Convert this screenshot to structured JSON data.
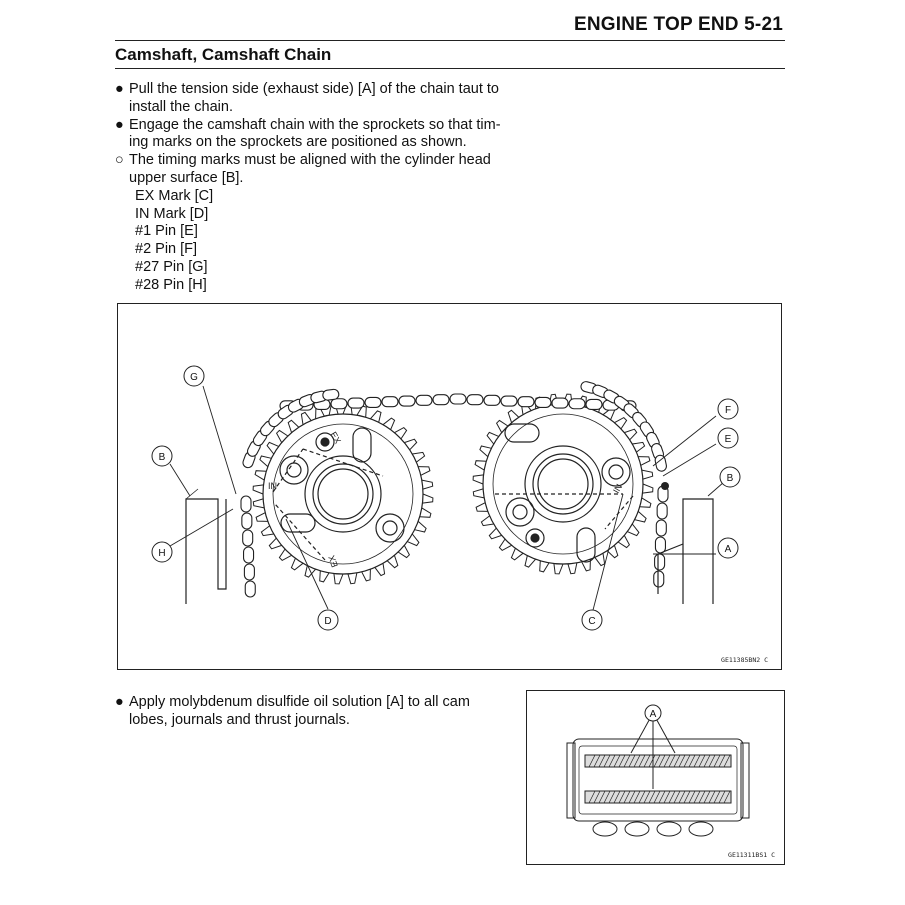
{
  "header": {
    "title": "ENGINE TOP END 5-21"
  },
  "section": {
    "title": "Camshaft, Camshaft Chain"
  },
  "instructions": [
    {
      "marker": "●",
      "text": "Pull the tension side (exhaust side) [A] of the chain taut to install the chain."
    },
    {
      "marker": "●",
      "text": "Engage the camshaft chain with the sprockets so that tim-ing marks on the sprockets are positioned as shown."
    },
    {
      "marker": "○",
      "text": "The timing marks must be aligned with the cylinder head upper surface [B]."
    }
  ],
  "legend_items": [
    "EX Mark [C]",
    "IN Mark [D]",
    "#1 Pin [E]",
    "#2 Pin [F]",
    "#27 Pin [G]",
    "#28 Pin [H]"
  ],
  "figure1": {
    "code": "GE11385BN2 C",
    "callouts": [
      "G",
      "B",
      "H",
      "D",
      "F",
      "E",
      "B",
      "A",
      "C"
    ],
    "sprocket_marks": [
      "EX",
      "IN",
      "EX",
      "IN"
    ]
  },
  "lower": {
    "marker": "●",
    "text": "Apply molybdenum disulfide oil solution [A] to all cam lobes, journals and thrust journals."
  },
  "figure2": {
    "code": "GE11311BS1 C",
    "callout": "A"
  }
}
